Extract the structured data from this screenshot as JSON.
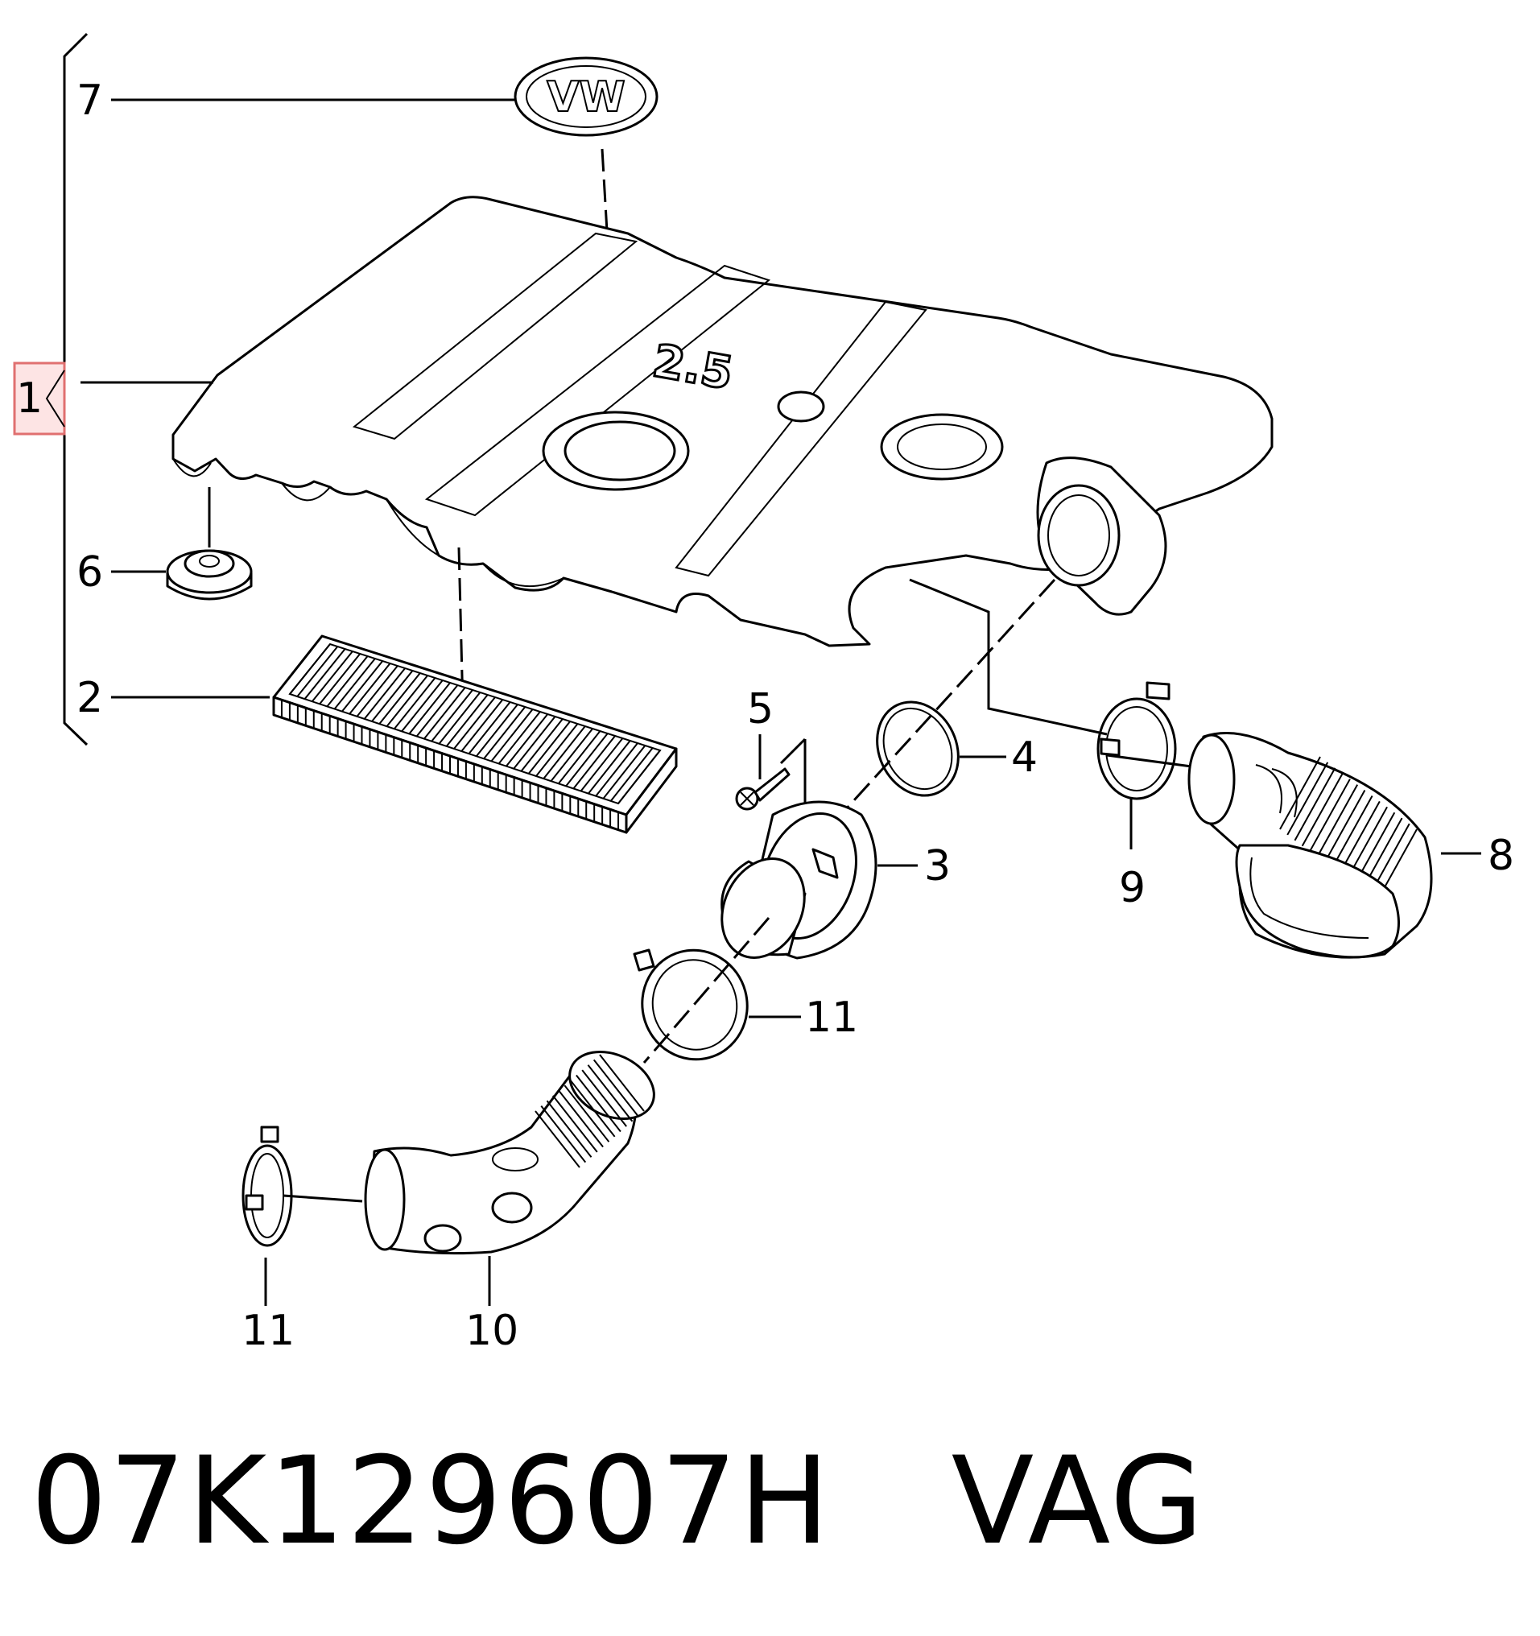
{
  "callouts": {
    "c1": "1",
    "c2": "2",
    "c3": "3",
    "c4": "4",
    "c5": "5",
    "c6": "6",
    "c7": "7",
    "c8": "8",
    "c9": "9",
    "c10": "10",
    "c11a": "11",
    "c11b": "11"
  },
  "engine_badge": "2.5",
  "emblem_text": "VW",
  "highlight_color": "#e07070",
  "caption": "07K129607H   VAG"
}
